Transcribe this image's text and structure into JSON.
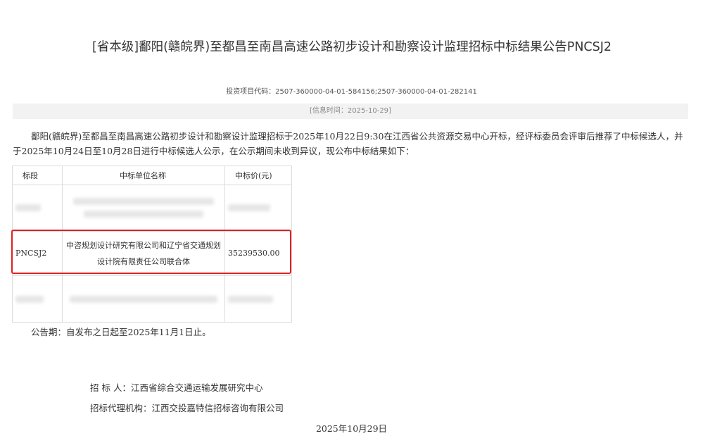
{
  "title": "[省本级]鄱阳(赣皖界)至都昌至南昌高速公路初步设计和勘察设计监理招标中标结果公告PNCSJ2",
  "project_code_label": "投资项目代码：",
  "project_codes": "2507-360000-04-01-584156;2507-360000-04-01-282141",
  "info_time": "[信息时间：2025-10-29]",
  "body_paragraph": "鄱阳(赣皖界)至都昌至南昌高速公路初步设计和勘察设计监理招标于2025年10月22日9:30在江西省公共资源交易中心开标，经评标委员会评审后推荐了中标候选人，并于2025年10月24日至10月28日进行中标候选人公示，在公示期间未收到异议，现公布中标结果如下：",
  "table": {
    "headers": [
      "标段",
      "中标单位名称",
      "中标价(元)"
    ],
    "winner_row": {
      "segment": "PNCSJ2",
      "company": "中咨规划设计研究有限公司和辽宁省交通规划设计院有限责任公司联合体",
      "price": "35239530.00"
    }
  },
  "notice_period": "公告期：自发布之日起至2025年11月1日止。",
  "tenderer": "招 标 人：江西省综合交通运输发展研究中心",
  "agency": "招标代理机构：江西交投嘉特信招标咨询有限公司",
  "date": "2025年10月29日",
  "colors": {
    "highlight_border": "#e02020",
    "meta_bar_bg": "#f2f2f2"
  }
}
